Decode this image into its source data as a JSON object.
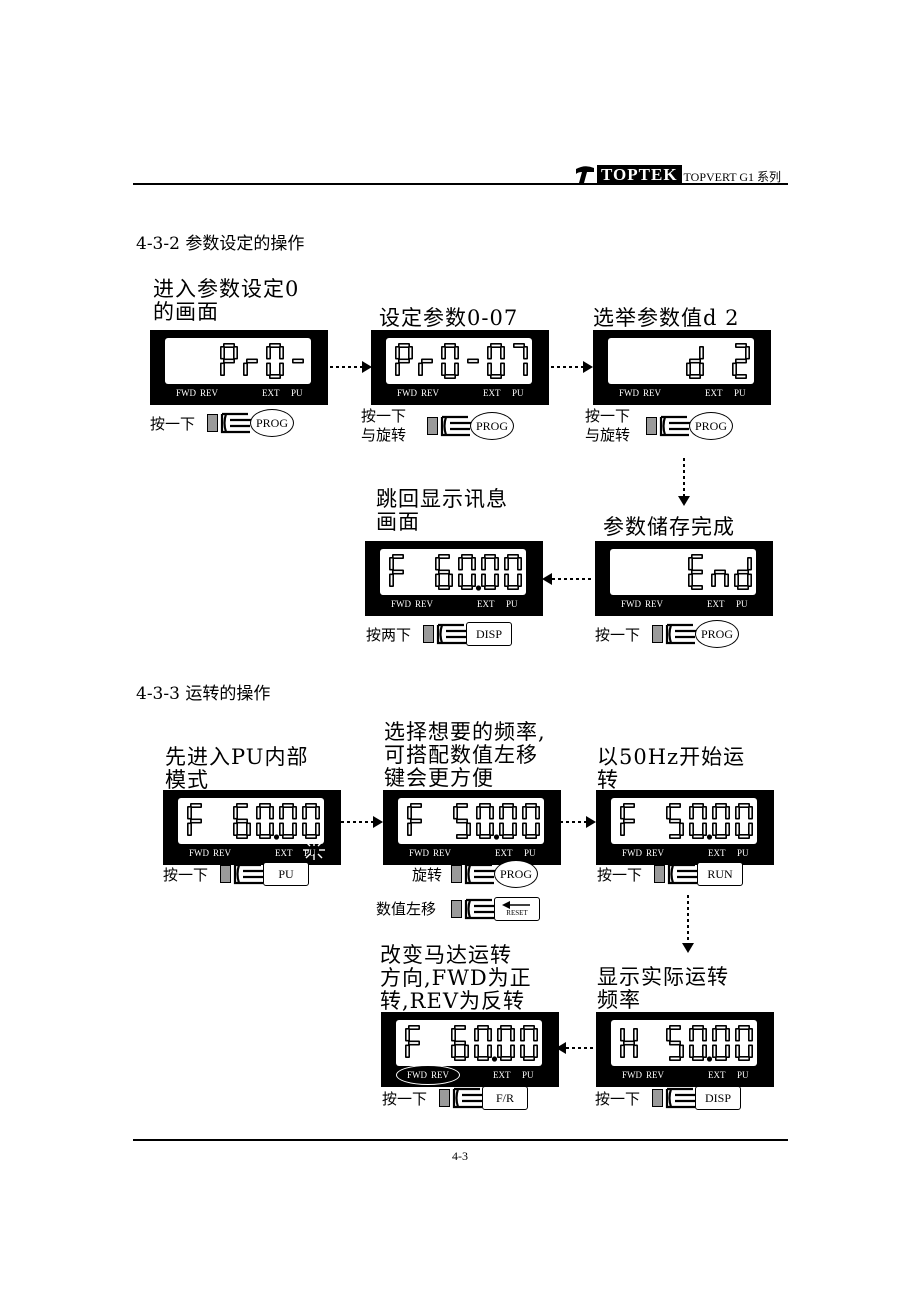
{
  "header": {
    "brand": "TOPTEK",
    "series": "TOPVERT G1 系列"
  },
  "sections": [
    {
      "title": "4-3-2 参数设定的操作"
    },
    {
      "title": "4-3-3 运转的操作"
    }
  ],
  "captions": {
    "c1": "进入参数设定0\n的画面",
    "c2": "设定参数0-07",
    "c3": "选举参数值d 2",
    "c4": "跳回显示讯息\n画面",
    "c5": "参数储存完成",
    "c6": "先进入PU内部\n模式",
    "c7": "选择想要的频率,\n可搭配数值左移\n键会更方便",
    "c8": "以50Hz开始运\n转",
    "c9": "改变马达运转\n方向,FWD为正\n转,REV为反转",
    "c10": "显示实际运转\n频率"
  },
  "lcds": {
    "l1": "Pr0-",
    "l2": "Pr0-07",
    "l3": "d 2",
    "l4": "F 60.00",
    "l5": "End",
    "l6": "F 60.00",
    "l7": "F 50.00",
    "l8": "F 50.00",
    "l9": "F 60.00",
    "l10": "H 50.00"
  },
  "indicators": {
    "fwd": "FWD",
    "rev": "REV",
    "ext": "EXT",
    "pu": "PU"
  },
  "steps": {
    "s1": "按一下",
    "s2": "按一下\n与旋转",
    "s3": "按一下\n与旋转",
    "s4": "按两下",
    "s5": "按一下",
    "s6": "按一下",
    "s7": "旋转",
    "s7b": "数值左移",
    "s8": "按一下",
    "s9": "按一下",
    "s10": "按一下"
  },
  "keys": {
    "prog": "PROG",
    "disp": "DISP",
    "pu": "PU",
    "run": "RUN",
    "fr": "F/R",
    "reset": "RESET"
  },
  "page_number": "4-3"
}
